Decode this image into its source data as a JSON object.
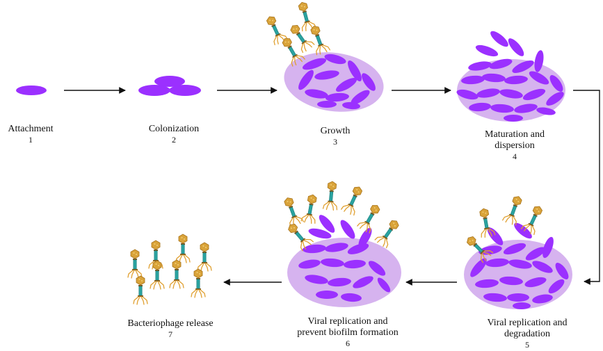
{
  "colors": {
    "cell": "#9b30ff",
    "cell_edge": "#6a10c0",
    "matrix": "#d6b3ef",
    "phage_head": "#d9a33a",
    "phage_tail": "#2aa3a0",
    "phage_legs": "#e0a030",
    "arrow": "#111111"
  },
  "stages": [
    {
      "lines": [
        "Attachment"
      ],
      "number": "1"
    },
    {
      "lines": [
        "Colonization"
      ],
      "number": "2"
    },
    {
      "lines": [
        "Growth"
      ],
      "number": "3"
    },
    {
      "lines": [
        "Maturation and",
        "dispersion"
      ],
      "number": "4"
    },
    {
      "lines": [
        "Viral replication and",
        "degradation"
      ],
      "number": "5"
    },
    {
      "lines": [
        "Viral replication and",
        "prevent biofilm formation"
      ],
      "number": "6"
    },
    {
      "lines": [
        "Bacteriophage release"
      ],
      "number": "7"
    }
  ],
  "icons": {
    "bacterium": "bacterium-icon",
    "phage": "bacteriophage-icon",
    "biofilm": "biofilm-icon",
    "arrow": "arrow-icon"
  }
}
